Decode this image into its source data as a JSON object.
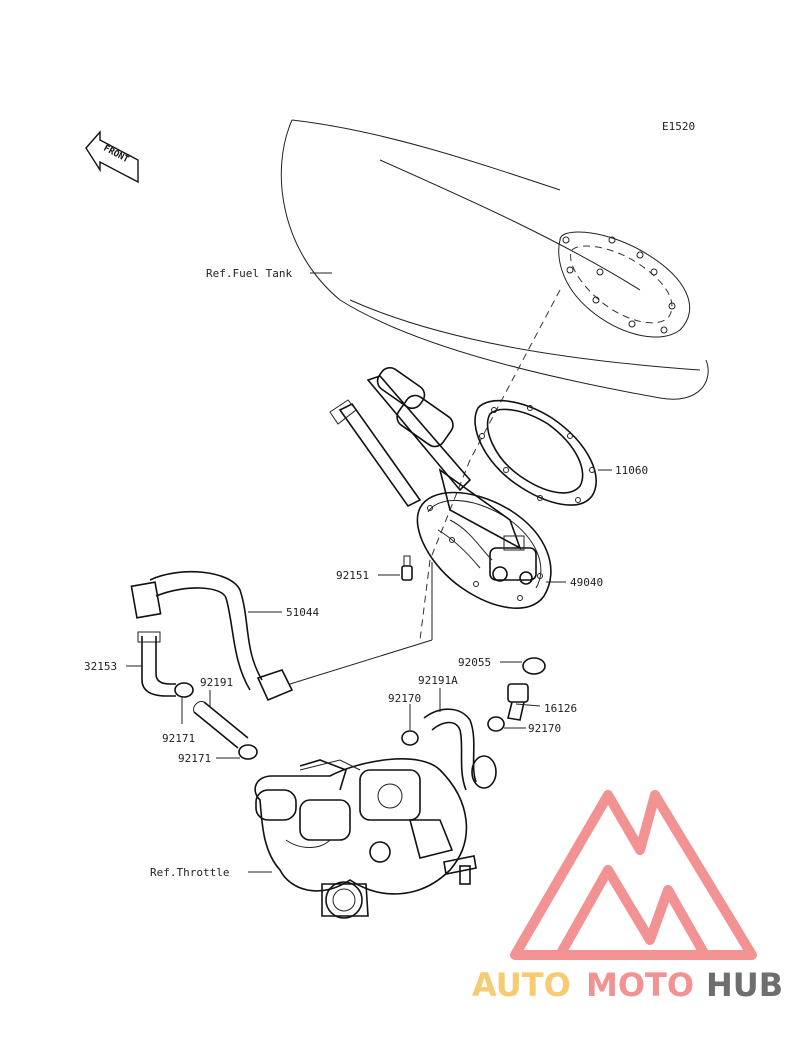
{
  "diagram": {
    "code": "E1520",
    "front_label": "FRONT",
    "refs": {
      "fuel_tank": "Ref.Fuel Tank",
      "throttle": "Ref.Throttle"
    },
    "parts": {
      "p11060": "11060",
      "p49040": "49040",
      "p92151": "92151",
      "p51044": "51044",
      "p32153": "32153",
      "p92191": "92191",
      "p92171a": "92171",
      "p92171b": "92171",
      "p92055": "92055",
      "p92191A": "92191A",
      "p92170a": "92170",
      "p16126": "16126",
      "p92170b": "92170"
    }
  },
  "watermark": {
    "part1": "AUTO",
    "part2": "MOTO",
    "part3": "HUB",
    "color_primary": "#f08080",
    "color_secondary": "#f5c35a",
    "color_dark": "#555555"
  }
}
